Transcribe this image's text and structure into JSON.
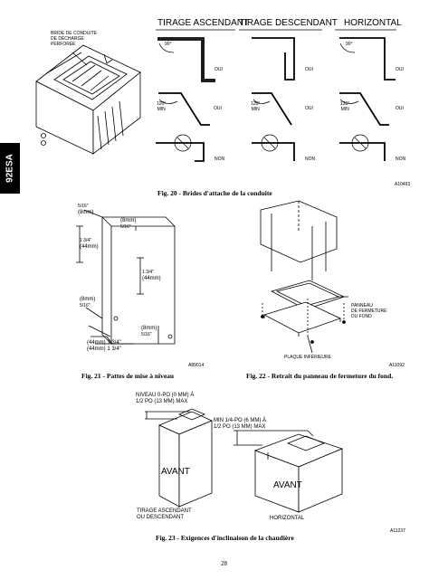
{
  "side_tab": "92ESA",
  "fig20": {
    "headers": [
      "TIRAGE ASCENDANT",
      "TIRAGE DESCENDANT",
      "HORIZONTAL"
    ],
    "flange_label": [
      "BRIDE DE CONDUITE",
      "DE DÉCHARGE",
      "PERFORÉE"
    ],
    "angle_90": "90°",
    "angle_120": [
      "120°",
      "MIN"
    ],
    "oui": "OUI",
    "non": "NON",
    "code": "A10493",
    "caption": "Fig. 20 - Brides d'attache de la conduite"
  },
  "fig21": {
    "dim_top": [
      "5/16\"",
      "(8mm)"
    ],
    "dim_top_right": [
      "(8mm)",
      "5/16\""
    ],
    "dim_left_mid": [
      "1 3/4\"",
      "(44mm)"
    ],
    "dim_center": [
      "1 3/4\"",
      "(44mm)"
    ],
    "dim_left_low": [
      "(8mm)",
      "5/16\""
    ],
    "dim_bottom_right": [
      "(8mm)",
      "5/16\""
    ],
    "dim_bottom": [
      "(44mm) 1 3/4\"",
      "(44mm) 1 3/4\""
    ],
    "code": "A89014",
    "caption": "Fig. 21 - Pattes de mise à niveau"
  },
  "fig22": {
    "panel_label": [
      "PANNEAU",
      "DE FERMETURE",
      "DU FOND"
    ],
    "plate_label": "PLAQUE INFÉRIEURE",
    "code": "A11092",
    "caption": "Fig. 22 - Retrait du panneau de fermeture du fond."
  },
  "fig23": {
    "level_label": [
      "NIVEAU 0-PO (0 MM) À",
      "1/2 PO (13 MM) MAX"
    ],
    "min_label": [
      "MIN 1/4-PO (6 MM) À",
      "1/2 PO (13 MM) MAX"
    ],
    "avant": "AVANT",
    "upflow_label": [
      "TIRAGE ASCENDANT",
      "OU DESCENDANT"
    ],
    "horizontal_label": "HORIZONTAL",
    "code": "A11237",
    "caption": "Fig. 23 - Exigences d'inclinaison de la chaudière"
  },
  "page_number": "28"
}
